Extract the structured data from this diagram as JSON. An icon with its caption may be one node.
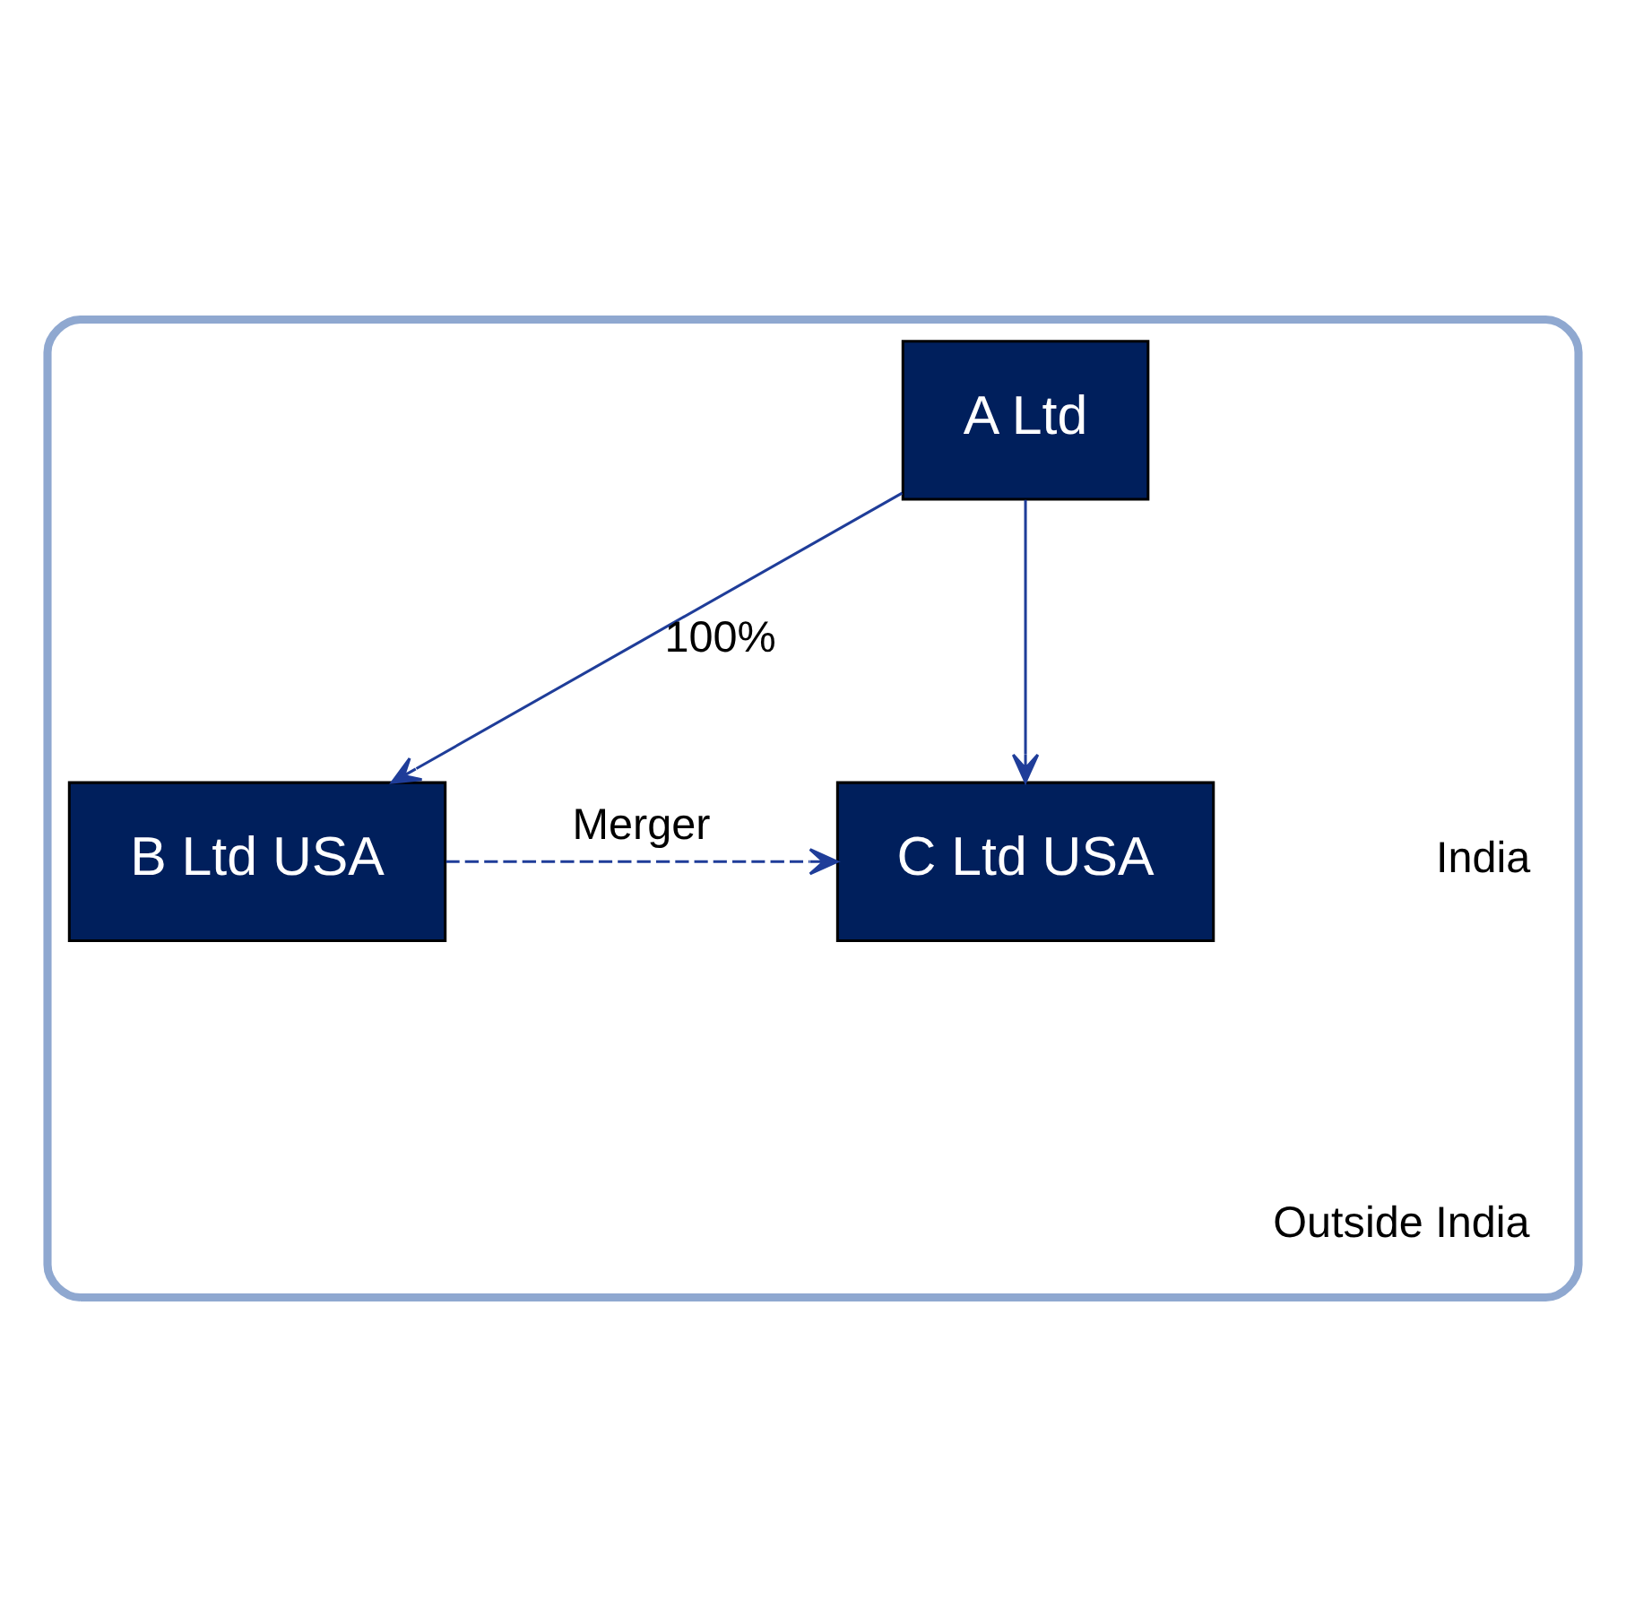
{
  "diagram": {
    "nodes": [
      {
        "text": [],
        "shape": "box"
      },
      {
        "text": [
          "A Ltd"
        ],
        "in": 0
      },
      {
        "text": [
          "B Ltd USA"
        ],
        "in": 0
      },
      {
        "text": [
          "C Ltd USA"
        ],
        "in": 0
      }
    ],
    "edges": [
      {
        "from": 1,
        "to": 2,
        "arrow": "to",
        "label": "100%"
      },
      {
        "from": 1,
        "to": 3,
        "arrow": "to"
      },
      {
        "from": 2,
        "to": 3,
        "arrow": "to",
        "label": "Merger",
        "style": "dashed"
      }
    ],
    "labels": [
      "India",
      "Outside India"
    ]
  }
}
